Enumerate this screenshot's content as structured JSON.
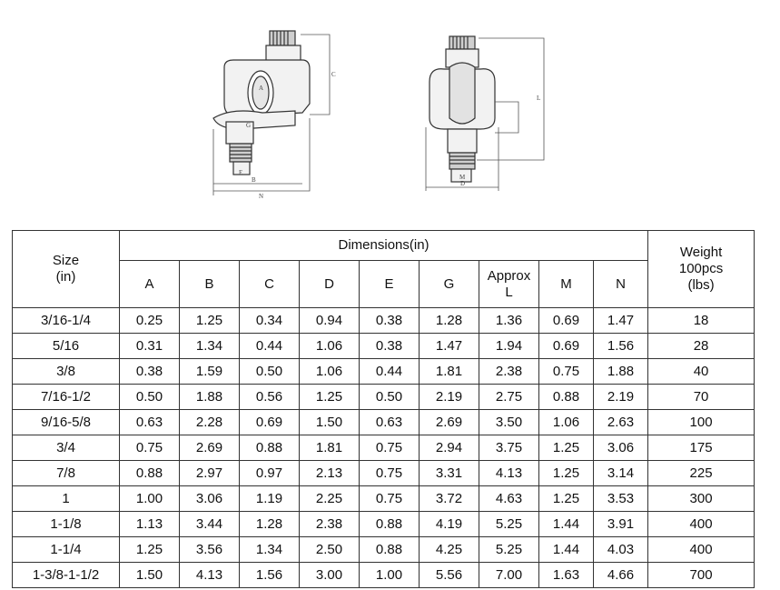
{
  "drawing_labels": {
    "left": {
      "a": "A",
      "c": "C",
      "e": "E",
      "g": "G",
      "b": "B",
      "n": "N"
    },
    "right": {
      "m": "M",
      "d": "D",
      "l": "L"
    }
  },
  "table": {
    "size_header": [
      "Size",
      "(in)"
    ],
    "dimensions_header": "Dimensions(in)",
    "weight_header": [
      "Weight",
      "100pcs",
      "(lbs)"
    ],
    "dimension_columns": [
      "A",
      "B",
      "C",
      "D",
      "E",
      "G",
      "Approx L",
      "M",
      "N"
    ],
    "rows": [
      {
        "size": "3/16-1/4",
        "A": "0.25",
        "B": "1.25",
        "C": "0.34",
        "D": "0.94",
        "E": "0.38",
        "G": "1.28",
        "L": "1.36",
        "M": "0.69",
        "N": "1.47",
        "weight": "18"
      },
      {
        "size": "5/16",
        "A": "0.31",
        "B": "1.34",
        "C": "0.44",
        "D": "1.06",
        "E": "0.38",
        "G": "1.47",
        "L": "1.94",
        "M": "0.69",
        "N": "1.56",
        "weight": "28"
      },
      {
        "size": "3/8",
        "A": "0.38",
        "B": "1.59",
        "C": "0.50",
        "D": "1.06",
        "E": "0.44",
        "G": "1.81",
        "L": "2.38",
        "M": "0.75",
        "N": "1.88",
        "weight": "40"
      },
      {
        "size": "7/16-1/2",
        "A": "0.50",
        "B": "1.88",
        "C": "0.56",
        "D": "1.25",
        "E": "0.50",
        "G": "2.19",
        "L": "2.75",
        "M": "0.88",
        "N": "2.19",
        "weight": "70"
      },
      {
        "size": "9/16-5/8",
        "A": "0.63",
        "B": "2.28",
        "C": "0.69",
        "D": "1.50",
        "E": "0.63",
        "G": "2.69",
        "L": "3.50",
        "M": "1.06",
        "N": "2.63",
        "weight": "100"
      },
      {
        "size": "3/4",
        "A": "0.75",
        "B": "2.69",
        "C": "0.88",
        "D": "1.81",
        "E": "0.75",
        "G": "2.94",
        "L": "3.75",
        "M": "1.25",
        "N": "3.06",
        "weight": "175"
      },
      {
        "size": "7/8",
        "A": "0.88",
        "B": "2.97",
        "C": "0.97",
        "D": "2.13",
        "E": "0.75",
        "G": "3.31",
        "L": "4.13",
        "M": "1.25",
        "N": "3.14",
        "weight": "225"
      },
      {
        "size": "1",
        "A": "1.00",
        "B": "3.06",
        "C": "1.19",
        "D": "2.25",
        "E": "0.75",
        "G": "3.72",
        "L": "4.63",
        "M": "1.25",
        "N": "3.53",
        "weight": "300"
      },
      {
        "size": "1-1/8",
        "A": "1.13",
        "B": "3.44",
        "C": "1.28",
        "D": "2.38",
        "E": "0.88",
        "G": "4.19",
        "L": "5.25",
        "M": "1.44",
        "N": "3.91",
        "weight": "400"
      },
      {
        "size": "1-1/4",
        "A": "1.25",
        "B": "3.56",
        "C": "1.34",
        "D": "2.50",
        "E": "0.88",
        "G": "4.25",
        "L": "5.25",
        "M": "1.44",
        "N": "4.03",
        "weight": "400"
      },
      {
        "size": "1-3/8-1-1/2",
        "A": "1.50",
        "B": "4.13",
        "C": "1.56",
        "D": "3.00",
        "E": "1.00",
        "G": "5.56",
        "L": "7.00",
        "M": "1.63",
        "N": "4.66",
        "weight": "700"
      }
    ]
  }
}
